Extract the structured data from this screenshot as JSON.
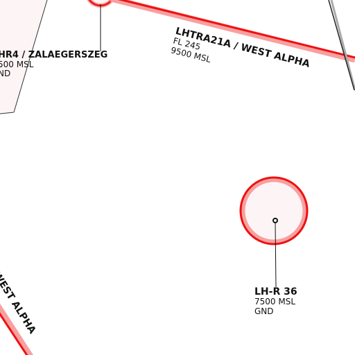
{
  "colors": {
    "boundary_red": "#ee1111",
    "boundary_halo": "#f8a0a0",
    "area_fill": "#fdf5f5",
    "outline_dark": "#222222",
    "outline_grey": "#aaaaaa",
    "text": "#111111"
  },
  "airspaces": {
    "zalaegerszeg": {
      "name": "HR4 / ZALAEGERSZEG",
      "upper": "500 MSL",
      "lower": "ND"
    },
    "west_alpha_top": {
      "name": "LHTRA21A / WEST ALPHA",
      "upper": "FL 245",
      "lower": "9500 MSL"
    },
    "lh_r36": {
      "name": "LH-R 36",
      "upper": "7500 MSL",
      "lower": "GND"
    },
    "west_alpha_left": {
      "name": "A / WEST ALPHA"
    }
  }
}
